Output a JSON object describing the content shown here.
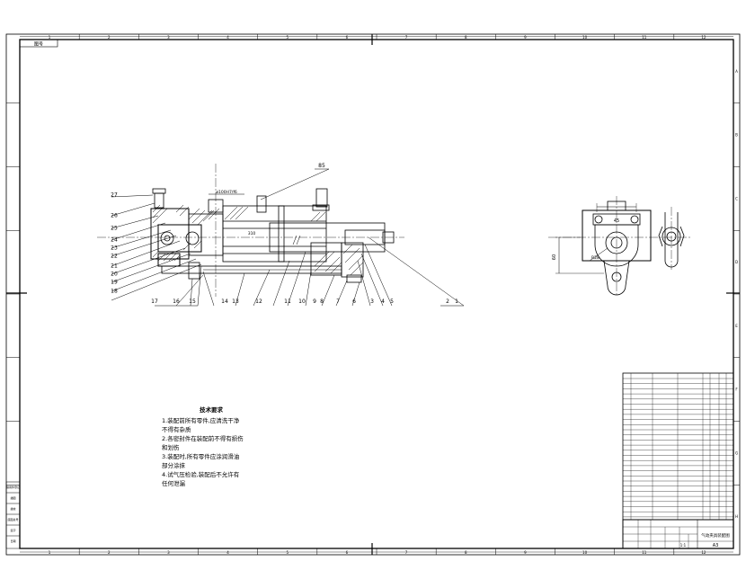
{
  "sheet": {
    "zone_cols": [
      "1",
      "2",
      "3",
      "4",
      "5",
      "6",
      "7",
      "8",
      "9",
      "10",
      "11",
      "12"
    ],
    "zone_rows": [
      "A",
      "B",
      "C",
      "D",
      "E",
      "F",
      "G",
      "H"
    ],
    "corner_label": "图号"
  },
  "callouts": {
    "top": [
      "27",
      "26",
      "25",
      "24",
      "23",
      "22",
      "21",
      "20",
      "19",
      "18"
    ],
    "bottom": [
      "17",
      "16",
      "15",
      "14",
      "13",
      "12",
      "11",
      "10",
      "9",
      "8",
      "7",
      "6",
      "3",
      "4",
      "5",
      "2",
      "1"
    ],
    "upper": "85",
    "dim_main": "ø100H7/f6",
    "dim_rod": "310"
  },
  "side_view": {
    "dim_width": "45",
    "dim_height": "60",
    "dim_radius": "R28"
  },
  "notes": {
    "title": "技术要求",
    "lines": [
      "1.装配前所有零件,应清洗干净",
      "不得有杂质",
      "2.各密封件在装配前不得有损伤",
      "和划伤",
      "3.装配时,所有零件应涂润滑油",
      "部分涂抹",
      "4.试气压检验,装配后不允许有",
      "任何泄漏"
    ]
  },
  "left_strip": [
    "借用件登记",
    "描图",
    "描校",
    "底图总号",
    "签字",
    "日期"
  ],
  "title_block": {
    "drawing_name": "气动夹具装配图",
    "scale": "1:1",
    "sheet_size": "A3"
  }
}
